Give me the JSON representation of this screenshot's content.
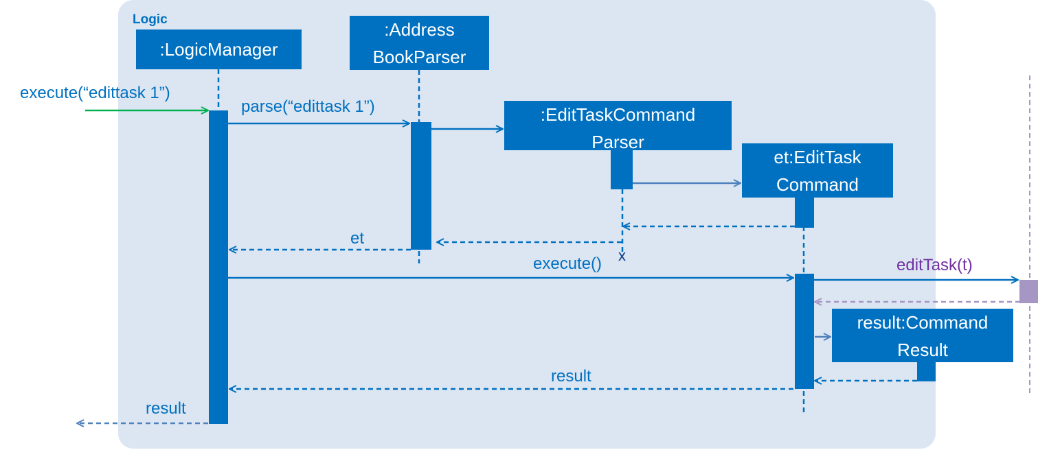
{
  "frame": {
    "label": "Logic"
  },
  "participants": {
    "logic_manager": {
      "lines": [
        ":LogicManager"
      ]
    },
    "address_book_parser": {
      "lines": [
        ":Address",
        "BookParser"
      ]
    },
    "edit_task_command_parser": {
      "lines": [
        ":EditTaskCommand",
        "Parser"
      ]
    },
    "edit_task_command": {
      "lines": [
        "et:EditTask",
        "Command"
      ]
    },
    "command_result": {
      "lines": [
        "result:Command",
        "Result"
      ]
    }
  },
  "messages": {
    "execute_in": "execute(“edittask 1”)",
    "parse": "parse(“edittask 1”)",
    "return_et": "et",
    "destroy_mark": "x",
    "execute_call": "execute()",
    "edit_task": "editTask(t)",
    "return_result_inner": "result",
    "return_result_outer": "result"
  },
  "colors": {
    "frame_fill": "#dce6f2",
    "object_fill": "#0070c0",
    "object_text": "#ffffff",
    "message_blue": "#0070c0",
    "external_call": "#7030a0",
    "external_lifeline": "#a696c4",
    "incoming_arrow": "#00b050"
  }
}
